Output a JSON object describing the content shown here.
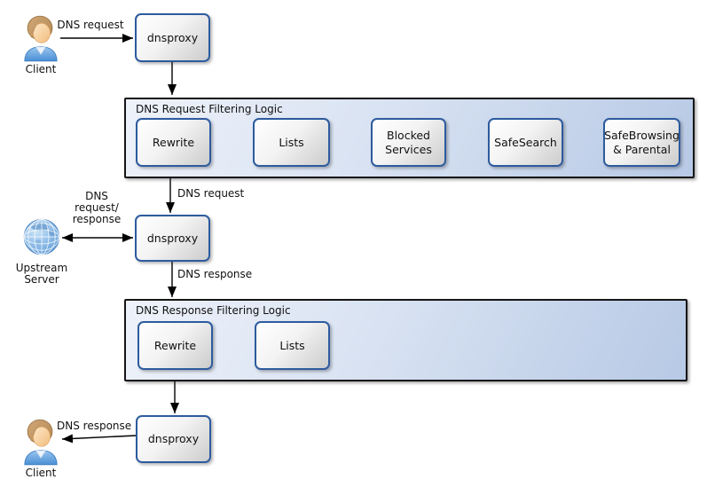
{
  "nodes": {
    "proxy_top": "dnsproxy",
    "proxy_mid": "dnsproxy",
    "proxy_bottom": "dnsproxy",
    "client_top": "Client",
    "client_bottom": "Client",
    "upstream": "Upstream\nServer"
  },
  "request_pipeline": {
    "title": "DNS Request Filtering Logic",
    "steps": [
      "Rewrite",
      "Lists",
      "Blocked\nServices",
      "SafeSearch",
      "SafeBrowsing\n& Parental"
    ]
  },
  "response_pipeline": {
    "title": "DNS Response Filtering Logic",
    "steps": [
      "Rewrite",
      "Lists"
    ]
  },
  "edge_labels": {
    "client_request": "DNS request",
    "filtered_request": "DNS request",
    "upstream_exchange": "DNS\nrequest/\nresponse",
    "proxy_response": "DNS response",
    "client_response": "DNS response"
  },
  "colors": {
    "node_border": "#2d5b9e",
    "node_fill_start": "#ffffff",
    "node_fill_end": "#cccccc",
    "pipeline_fill_start": "#eef2fa",
    "pipeline_fill_end": "#b7c9e5",
    "pipeline_border": "#161616",
    "arrow": "#000000",
    "globe_blue": "#6aa5dc",
    "shirt_blue": "#5d9de0",
    "hair_tan": "#c59a6d"
  }
}
